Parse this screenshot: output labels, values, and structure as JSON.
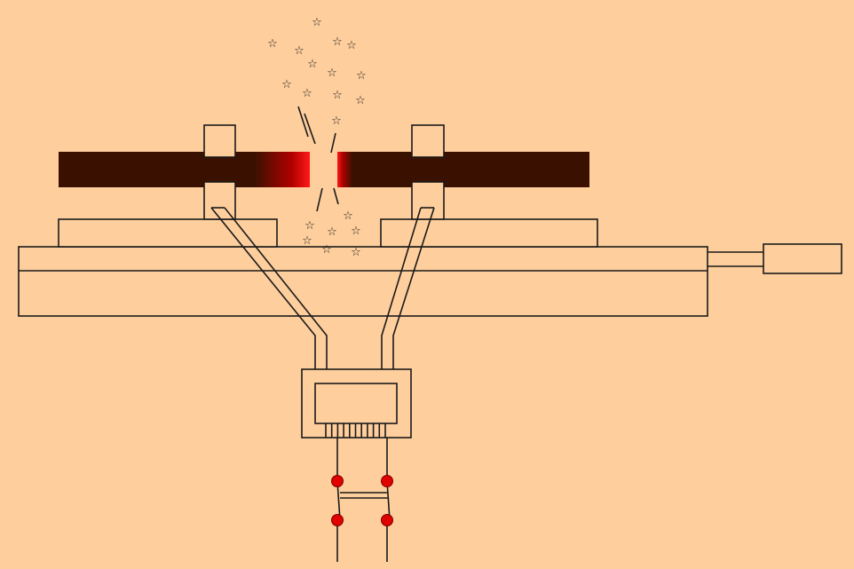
{
  "diagram": {
    "title": "",
    "colors": {
      "background": "#FECE9D",
      "line": "#1a1a1a",
      "bar": "#3A1100",
      "glow": "#E60000",
      "terminal": "#E00000"
    },
    "components": [
      {
        "name": "workpiece-bar-left",
        "kind": "metal-bar"
      },
      {
        "name": "workpiece-bar-right",
        "kind": "metal-bar"
      },
      {
        "name": "clamp-left",
        "kind": "clamp"
      },
      {
        "name": "clamp-right",
        "kind": "clamp"
      },
      {
        "name": "machine-bed",
        "kind": "base"
      },
      {
        "name": "side-actuator",
        "kind": "actuator"
      },
      {
        "name": "transformer",
        "kind": "transformer"
      },
      {
        "name": "power-switch",
        "kind": "switch"
      }
    ],
    "sparks": {
      "icon": "spark-icon",
      "glyph": "☆"
    }
  }
}
